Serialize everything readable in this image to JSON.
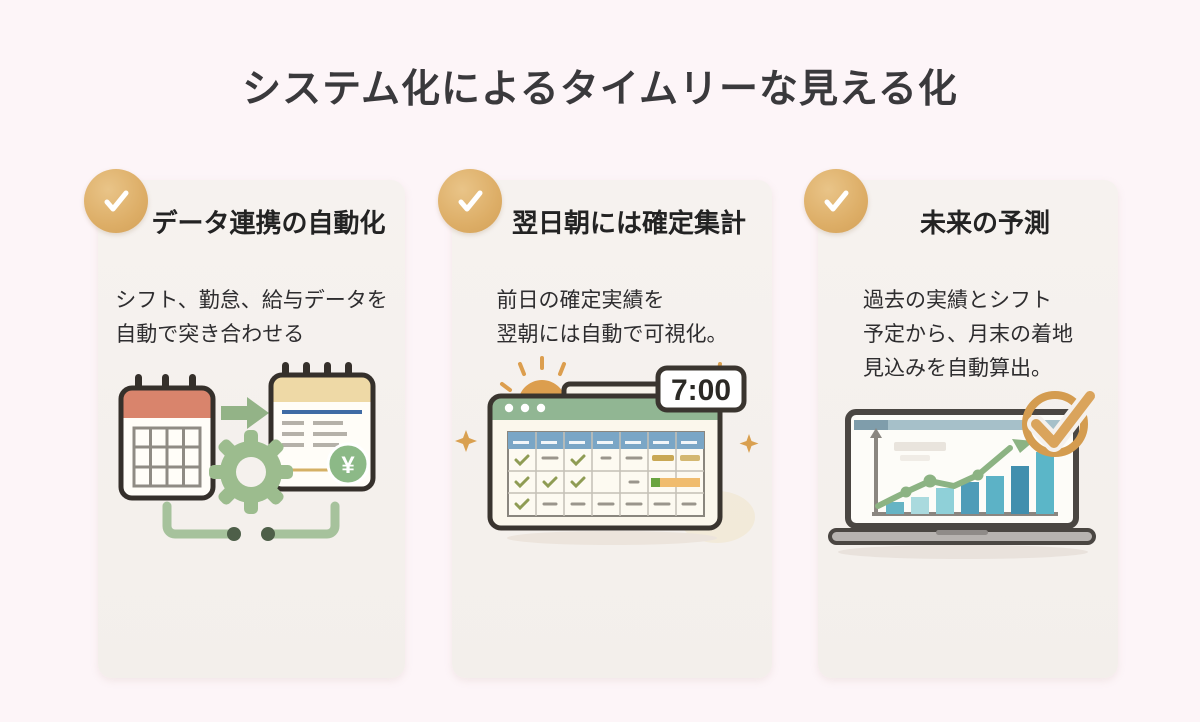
{
  "page": {
    "title": "システム化によるタイムリーな見える化",
    "background_color": "#fdf5f8",
    "card_background": "#f5f1ee",
    "accent_gold": "#dfb06a"
  },
  "cards": [
    {
      "heading": "データ連携の自動化",
      "body_lines": [
        "シフト、勤怠、給与データを",
        "自動で突き合わせる"
      ],
      "badge_icon": "check-icon",
      "illustration": {
        "name": "data-sync-calendars",
        "yen_symbol": "¥",
        "colors": {
          "calendar_header_red": "#d9846c",
          "document_header_cream": "#eed9a6",
          "gear_green": "#9cbc8e",
          "arrow_green": "#93b387"
        }
      }
    },
    {
      "heading": "翌日朝には確定集計",
      "body_lines": [
        "前日の確定実績を",
        "翌朝には自動で可視化。"
      ],
      "badge_icon": "check-icon",
      "illustration": {
        "name": "morning-spreadsheet-with-clock",
        "clock_time": "7:00",
        "colors": {
          "window_header_green": "#91b693",
          "table_header_blue": "#7aa6c6",
          "sun_orange": "#dc9e4e"
        }
      }
    },
    {
      "heading": "未来の予測",
      "body_lines": [
        "過去の実績とシフト",
        "予定から、月末の着地",
        "見込みを自動算出。"
      ],
      "badge_icon": "check-icon",
      "illustration": {
        "name": "forecast-laptop-chart",
        "chart": {
          "type": "bar",
          "bar_values": [
            12,
            17,
            26,
            32,
            38,
            48,
            62
          ],
          "bar_colors": [
            "#66b4c4",
            "#aadade",
            "#8fd0d8",
            "#4f9cb8",
            "#5cb2c6",
            "#418fae",
            "#5bb6c8"
          ],
          "trend": "up",
          "trend_color": "#8cb383"
        },
        "colors": {
          "ring_gold": "#d49c50"
        }
      }
    }
  ]
}
